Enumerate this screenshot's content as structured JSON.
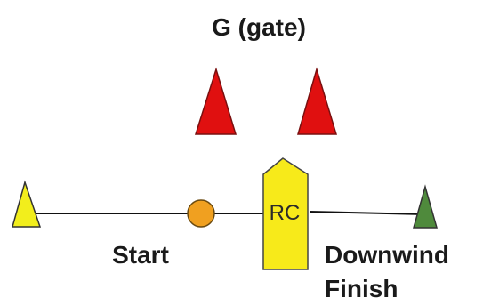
{
  "diagram": {
    "gate_label": "G (gate)",
    "committee_boat_label": "RC",
    "start_label": "Start",
    "finish_label_line1": "Downwind",
    "finish_label_line2": "Finish",
    "colors": {
      "gate_mark": "#e01010",
      "pin_mark": "#f2ee1c",
      "start_ball": "#f0a020",
      "finish_mark": "#4f8a3c",
      "committee_boat": "#f7ea1a",
      "line": "#111111"
    }
  }
}
